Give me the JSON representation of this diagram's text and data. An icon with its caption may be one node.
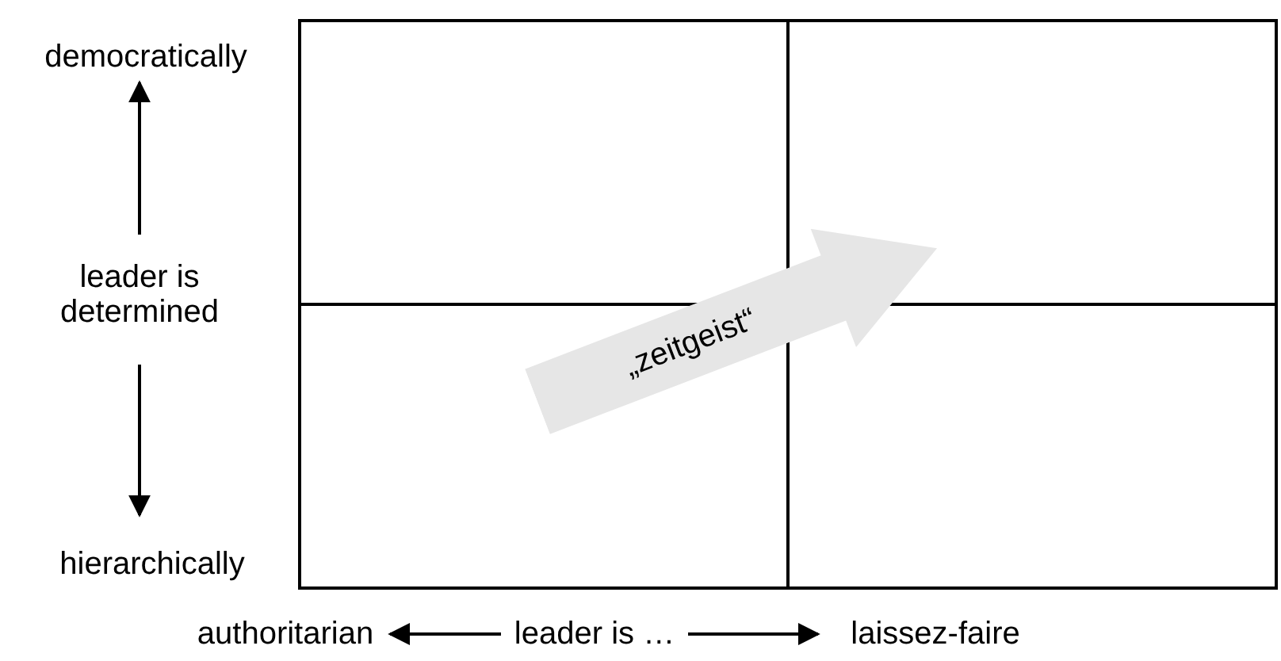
{
  "diagram": {
    "nodes": [
      {
        "text": [],
        "shape": "box"
      },
      {
        "text": [],
        "shape": "box"
      },
      {
        "text": [],
        "shape": "box"
      },
      {
        "text": [],
        "shape": "box"
      },
      {
        "text": [
          "„zeitgeist“"
        ]
      }
    ],
    "labels": [
      "democratically",
      "leader is determined",
      "hierarchically",
      "authoritarian",
      "leader is …",
      "laissez-faire"
    ]
  }
}
